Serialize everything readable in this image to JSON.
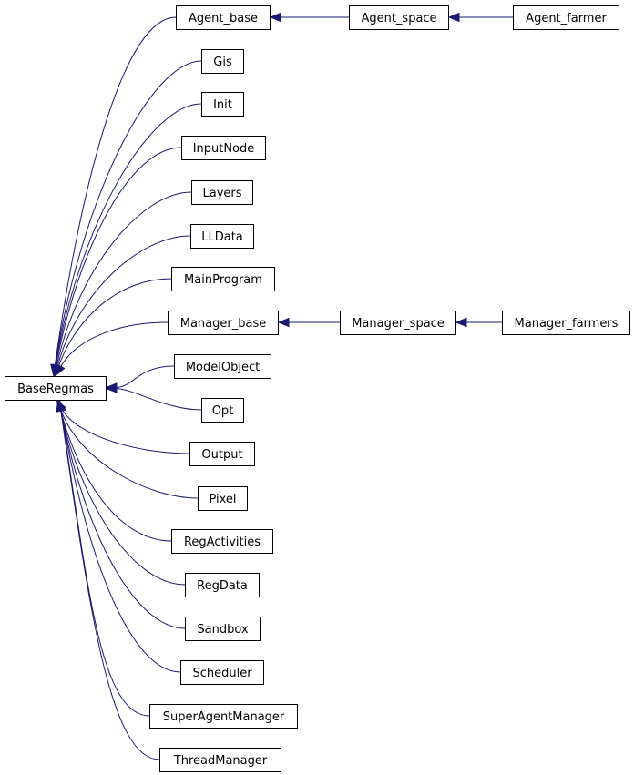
{
  "diagram": {
    "type": "class-inheritance-graph",
    "edge_color": "#191970",
    "nodes": [
      {
        "id": "BaseRegmas",
        "label": "BaseRegmas"
      },
      {
        "id": "Agent_base",
        "label": "Agent_base"
      },
      {
        "id": "Agent_space",
        "label": "Agent_space"
      },
      {
        "id": "Agent_farmer",
        "label": "Agent_farmer"
      },
      {
        "id": "Gis",
        "label": "Gis"
      },
      {
        "id": "Init",
        "label": "Init"
      },
      {
        "id": "InputNode",
        "label": "InputNode"
      },
      {
        "id": "Layers",
        "label": "Layers"
      },
      {
        "id": "LLData",
        "label": "LLData"
      },
      {
        "id": "MainProgram",
        "label": "MainProgram"
      },
      {
        "id": "Manager_base",
        "label": "Manager_base"
      },
      {
        "id": "Manager_space",
        "label": "Manager_space"
      },
      {
        "id": "Manager_farmers",
        "label": "Manager_farmers"
      },
      {
        "id": "ModelObject",
        "label": "ModelObject"
      },
      {
        "id": "Opt",
        "label": "Opt"
      },
      {
        "id": "Output",
        "label": "Output"
      },
      {
        "id": "Pixel",
        "label": "Pixel"
      },
      {
        "id": "RegActivities",
        "label": "RegActivities"
      },
      {
        "id": "RegData",
        "label": "RegData"
      },
      {
        "id": "Sandbox",
        "label": "Sandbox"
      },
      {
        "id": "Scheduler",
        "label": "Scheduler"
      },
      {
        "id": "SuperAgentManager",
        "label": "SuperAgentManager"
      },
      {
        "id": "ThreadManager",
        "label": "ThreadManager"
      }
    ],
    "edges": [
      {
        "from": "Agent_base",
        "to": "BaseRegmas"
      },
      {
        "from": "Gis",
        "to": "BaseRegmas"
      },
      {
        "from": "Init",
        "to": "BaseRegmas"
      },
      {
        "from": "InputNode",
        "to": "BaseRegmas"
      },
      {
        "from": "Layers",
        "to": "BaseRegmas"
      },
      {
        "from": "LLData",
        "to": "BaseRegmas"
      },
      {
        "from": "MainProgram",
        "to": "BaseRegmas"
      },
      {
        "from": "Manager_base",
        "to": "BaseRegmas"
      },
      {
        "from": "ModelObject",
        "to": "BaseRegmas"
      },
      {
        "from": "Opt",
        "to": "BaseRegmas"
      },
      {
        "from": "Output",
        "to": "BaseRegmas"
      },
      {
        "from": "Pixel",
        "to": "BaseRegmas"
      },
      {
        "from": "RegActivities",
        "to": "BaseRegmas"
      },
      {
        "from": "RegData",
        "to": "BaseRegmas"
      },
      {
        "from": "Sandbox",
        "to": "BaseRegmas"
      },
      {
        "from": "Scheduler",
        "to": "BaseRegmas"
      },
      {
        "from": "SuperAgentManager",
        "to": "BaseRegmas"
      },
      {
        "from": "ThreadManager",
        "to": "BaseRegmas"
      },
      {
        "from": "Agent_space",
        "to": "Agent_base"
      },
      {
        "from": "Agent_farmer",
        "to": "Agent_space"
      },
      {
        "from": "Manager_space",
        "to": "Manager_base"
      },
      {
        "from": "Manager_farmers",
        "to": "Manager_space"
      }
    ]
  }
}
